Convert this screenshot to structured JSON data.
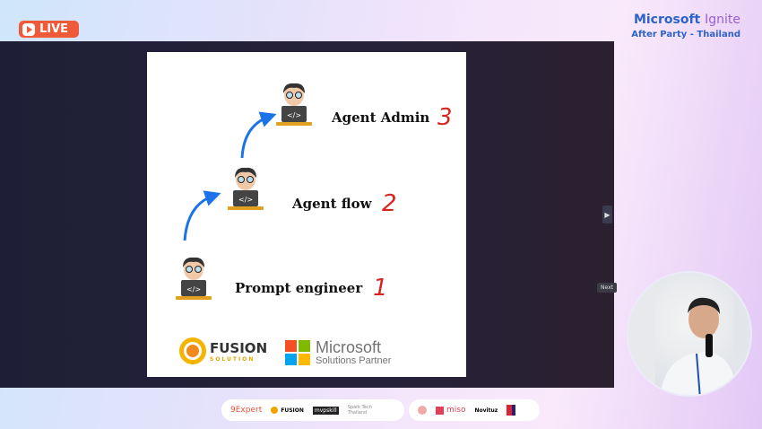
{
  "live_badge": "LIVE",
  "brand": {
    "title_a": "Microsoft",
    "title_b": "Ignite",
    "subtitle": "After Party - Thailand"
  },
  "slide": {
    "steps": [
      {
        "label": "Agent Admin",
        "number": "3"
      },
      {
        "label": "Agent flow",
        "number": "2"
      },
      {
        "label": "Prompt engineer",
        "number": "1"
      }
    ],
    "fusion": {
      "name": "FUSION",
      "sub": "SOLUTION"
    },
    "microsoft": {
      "name": "Microsoft",
      "sub": "Solutions Partner"
    }
  },
  "next_tooltip": "Next",
  "sponsors_left": [
    "9Expert",
    "FUSION",
    "mvpskill",
    "Spark Tech Thailand"
  ],
  "sponsors_right": [
    "miso",
    "Novituz"
  ],
  "colors": {
    "live": "#ef5a3b",
    "accent": "#2d63c8",
    "number": "#d8231e"
  }
}
